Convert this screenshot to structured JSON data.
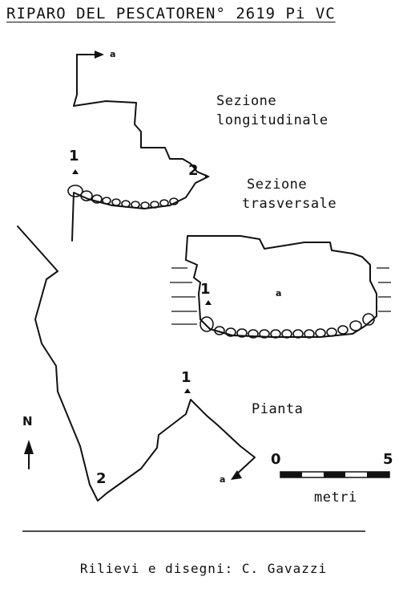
{
  "header": {
    "cave_name": "RIPARO DEL PESCATORE",
    "cave_code": "N° 2619 Pi VC"
  },
  "longitudinal_section": {
    "title_line1": "Sezione",
    "title_line2": "longitudinale",
    "point_1": "1",
    "point_2": "2",
    "arrow_label": "a"
  },
  "transverse_section": {
    "title_line1": "Sezione",
    "title_line2": "trasversale",
    "point_1": "1",
    "center_label": "a"
  },
  "plan": {
    "title": "Pianta",
    "north": "N",
    "point_1": "1",
    "point_2": "2",
    "arrow_label": "a"
  },
  "scale_bar": {
    "min": "0",
    "max": "5",
    "unit": "metri"
  },
  "footer": {
    "credits": "Rilievi e disegni: C. Gavazzi"
  }
}
